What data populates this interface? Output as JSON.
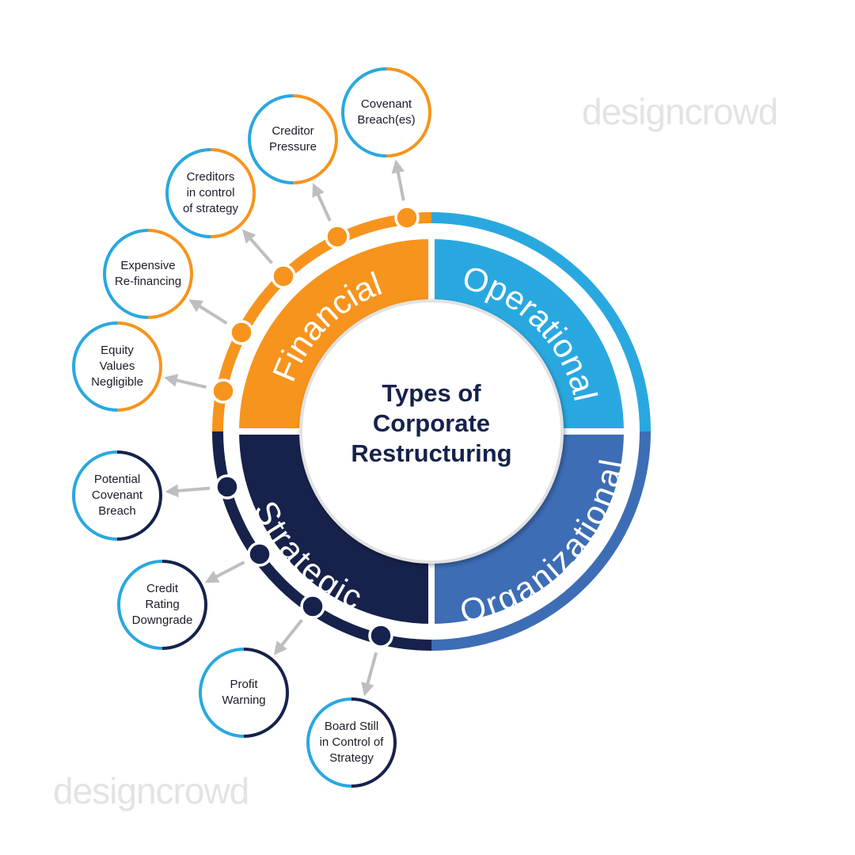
{
  "title": [
    "Types of",
    "Corporate",
    "Restructuring"
  ],
  "watermark": "designcrowd",
  "colors": {
    "financial": "#F7941D",
    "operational": "#29A8E0",
    "organizational": "#3D6DB5",
    "strategic": "#16224B",
    "arrow": "#BDBEC0",
    "bubble_left": "#29A8E0"
  },
  "segments": {
    "financial": "Financial",
    "operational": "Operational",
    "organizational": "Organizational",
    "strategic": "Strategic"
  },
  "financial_items": [
    "Covenant\nBreach(es)",
    "Creditor\nPressure",
    "Creditors\nin control\nof strategy",
    "Expensive\nRe-financing",
    "Equity\nValues\nNegligible"
  ],
  "strategic_items": [
    "Potential\nCovenant\nBreach",
    "Credit\nRating\nDowngrade",
    "Profit\nWarning",
    "Board Still\nin Control of\nStrategy"
  ]
}
